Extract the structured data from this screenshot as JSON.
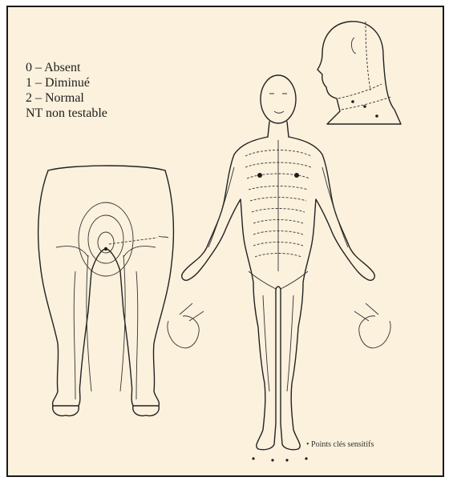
{
  "legend": {
    "items": [
      "0 – Absent",
      "1 – Diminué",
      "2 – Normal",
      "NT non testable"
    ]
  },
  "footnote": "• Points clés sensitifs",
  "colors": {
    "background": "#fbf1dd",
    "line": "#222222"
  }
}
